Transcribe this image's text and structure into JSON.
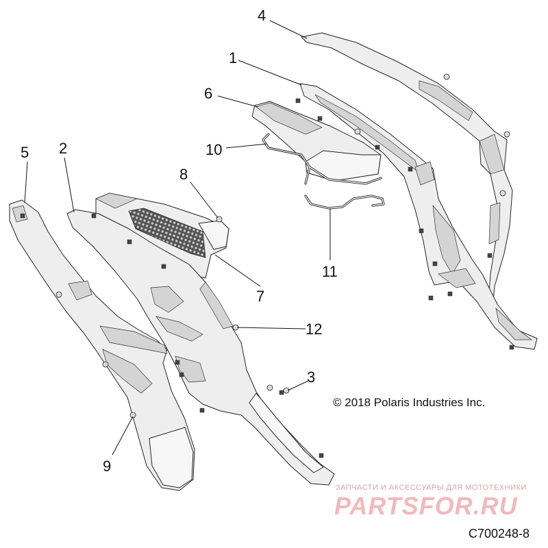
{
  "callouts": {
    "c1": "1",
    "c2": "2",
    "c3": "3",
    "c4": "4",
    "c5": "5",
    "c6": "6",
    "c7": "7",
    "c8": "8",
    "c9": "9",
    "c10": "10",
    "c11": "11",
    "c12": "12"
  },
  "copyright": "© 2018 Polaris Industries Inc.",
  "drawing_number": "C700248-8",
  "watermark": {
    "tagline": "ЗАПЧАСТИ И АКСЕССУАРЫ ДЛЯ МОТОТЕХНИКИ",
    "brand": "PARTSFOR.RU"
  }
}
